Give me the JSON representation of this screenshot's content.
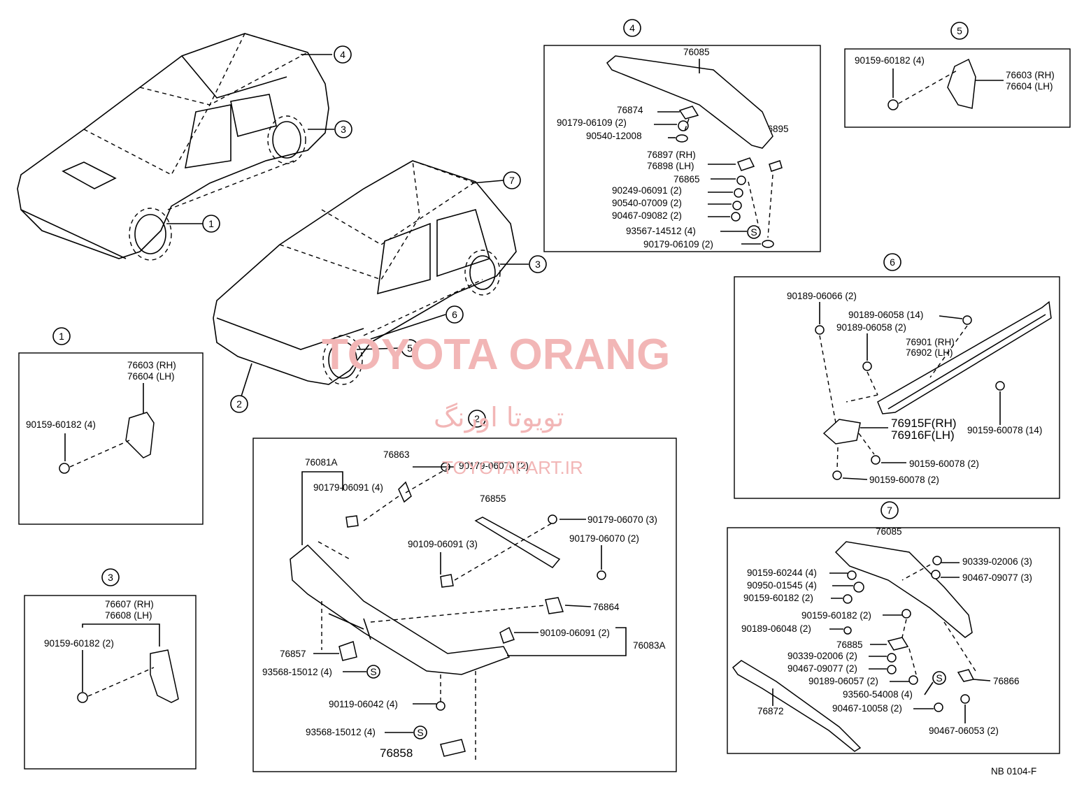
{
  "sections": {
    "s1": {
      "id": "1",
      "labels": [
        "76603 (RH)",
        "76604 (LH)",
        "90159-60182 (4)"
      ]
    },
    "s2": {
      "id": "2",
      "labels": [
        "76081A",
        "76863",
        "90179-06070 (2)",
        "90179-06091 (4)",
        "76855",
        "90179-06070 (3)",
        "90109-06091 (3)",
        "90179-06070 (2)",
        "76864",
        "90109-06091 (2)",
        "76083A",
        "76857",
        "93568-15012 (4)",
        "90119-06042 (4)",
        "93568-15012 (4)",
        "76858"
      ]
    },
    "s3": {
      "id": "3",
      "labels": [
        "76607 (RH)",
        "76608 (LH)",
        "90159-60182 (2)"
      ]
    },
    "s4": {
      "id": "4",
      "labels": [
        "76085",
        "76874",
        "90179-06109 (2)",
        "90540-12008",
        "76895",
        "76897 (RH)",
        "76898 (LH)",
        "76865",
        "90249-06091 (2)",
        "90540-07009 (2)",
        "90467-09082 (2)",
        "93567-14512 (4)",
        "90179-06109 (2)"
      ]
    },
    "s5": {
      "id": "5",
      "labels": [
        "90159-60182 (4)",
        "76603 (RH)",
        "76604 (LH)"
      ]
    },
    "s6": {
      "id": "6",
      "labels": [
        "90189-06066 (2)",
        "90189-06058 (14)",
        "90189-06058 (2)",
        "76901 (RH)",
        "76902 (LH)",
        "76915F(RH)",
        "76916F(LH)",
        "90159-60078 (14)",
        "90159-60078 (2)",
        "90159-60078 (2)"
      ]
    },
    "s7": {
      "id": "7",
      "labels": [
        "76085",
        "90339-02006 (3)",
        "90159-60244 (4)",
        "90467-09077 (3)",
        "90950-01545 (4)",
        "90159-60182 (2)",
        "90159-60182 (2)",
        "90189-06048 (2)",
        "76885",
        "90339-02006 (2)",
        "90467-09077 (2)",
        "90189-06057 (2)",
        "76866",
        "93560-54008 (4)",
        "76872",
        "90467-10058 (2)",
        "90467-06053 (2)"
      ]
    }
  },
  "car_callouts": [
    "4",
    "3",
    "1",
    "7",
    "3",
    "6",
    "5",
    "2"
  ],
  "fastener_symbol": "S",
  "watermark": {
    "line1": "TOYOTA ORANG",
    "line2": "تویوتا اورنگ",
    "line3": "TOYOTAPART.IR"
  },
  "footer_code": "NB 0104-F"
}
